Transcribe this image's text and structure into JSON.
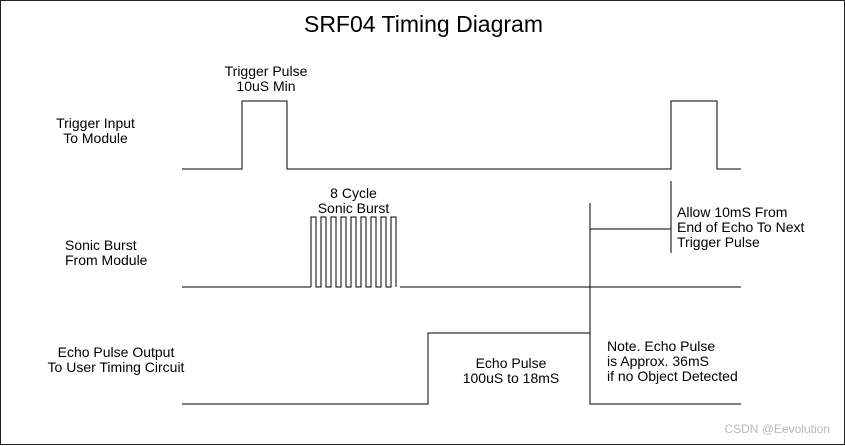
{
  "title": "SRF04 Timing Diagram",
  "labels": {
    "trigger_input": [
      "Trigger Input",
      "To Module"
    ],
    "sonic_burst": [
      "Sonic Burst",
      "From Module"
    ],
    "echo_output": [
      "Echo Pulse Output",
      "To User Timing Circuit"
    ],
    "trigger_pulse": [
      "Trigger Pulse",
      "10uS Min"
    ],
    "cycle_burst": [
      "8 Cycle",
      "Sonic Burst"
    ],
    "allow": [
      "Allow 10mS From",
      "End of Echo To Next",
      "Trigger Pulse"
    ],
    "echo_pulse": [
      "Echo Pulse",
      "100uS to 18mS"
    ],
    "note": [
      "Note. Echo Pulse",
      "is Approx. 36mS",
      "if no Object Detected"
    ]
  },
  "watermark": "CSDN @Eevolution",
  "colors": {
    "line": "#000000",
    "watermark": "#b9b9b9"
  }
}
